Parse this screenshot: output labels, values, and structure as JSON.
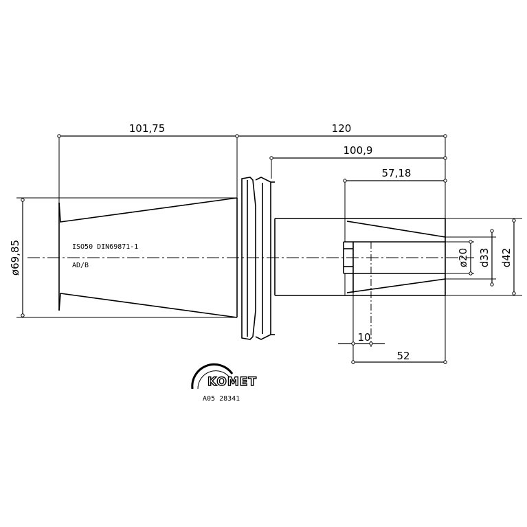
{
  "drawing": {
    "dimensions": {
      "taper_length": "101,75",
      "overall_length": "120",
      "shank_length": "100,9",
      "bore_depth": "57,18",
      "taper_diameter": "ø69,85",
      "bore_diameter": "ø20",
      "inner_diameter": "d33",
      "outer_diameter": "d42",
      "screw_length": "10",
      "projection_length": "52"
    },
    "notes": {
      "standard": "ISO50 DIN69871-1",
      "form": "AD/B"
    },
    "logo": {
      "brand": "KOMET",
      "article": "A05 28341"
    },
    "colors": {
      "line": "#000000",
      "background": "#ffffff"
    }
  }
}
